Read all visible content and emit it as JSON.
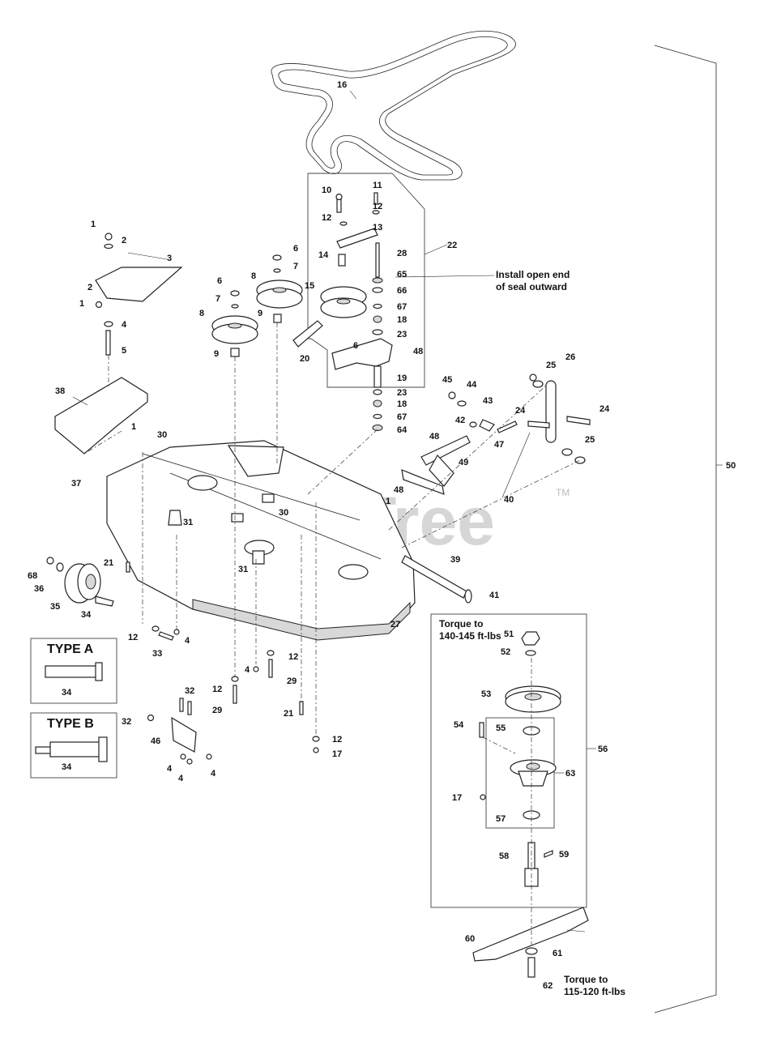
{
  "watermark": "PartsTree",
  "watermark_tm": "TM",
  "parts": [
    {
      "id": "p16",
      "text": "16"
    },
    {
      "id": "p10",
      "text": "10"
    },
    {
      "id": "p11",
      "text": "11"
    },
    {
      "id": "p12a",
      "text": "12"
    },
    {
      "id": "p12b",
      "text": "12"
    },
    {
      "id": "p13",
      "text": "13"
    },
    {
      "id": "p14",
      "text": "14"
    },
    {
      "id": "p28",
      "text": "28"
    },
    {
      "id": "p22",
      "text": "22"
    },
    {
      "id": "p65",
      "text": "65"
    },
    {
      "id": "p66",
      "text": "66"
    },
    {
      "id": "p67a",
      "text": "67"
    },
    {
      "id": "p18a",
      "text": "18"
    },
    {
      "id": "p23a",
      "text": "23"
    },
    {
      "id": "p48a",
      "text": "48"
    },
    {
      "id": "p6c",
      "text": "6"
    },
    {
      "id": "p19",
      "text": "19"
    },
    {
      "id": "p23b",
      "text": "23"
    },
    {
      "id": "p18b",
      "text": "18"
    },
    {
      "id": "p67b",
      "text": "67"
    },
    {
      "id": "p64",
      "text": "64"
    },
    {
      "id": "p1a",
      "text": "1"
    },
    {
      "id": "p2a",
      "text": "2"
    },
    {
      "id": "p3",
      "text": "3"
    },
    {
      "id": "p2b",
      "text": "2"
    },
    {
      "id": "p1b",
      "text": "1"
    },
    {
      "id": "p4a",
      "text": "4"
    },
    {
      "id": "p5",
      "text": "5"
    },
    {
      "id": "p6a",
      "text": "6"
    },
    {
      "id": "p7a",
      "text": "7"
    },
    {
      "id": "p8a",
      "text": "8"
    },
    {
      "id": "p9a",
      "text": "9"
    },
    {
      "id": "p6b",
      "text": "6"
    },
    {
      "id": "p7b",
      "text": "7"
    },
    {
      "id": "p8b",
      "text": "8"
    },
    {
      "id": "p9b",
      "text": "9"
    },
    {
      "id": "p15",
      "text": "15"
    },
    {
      "id": "p20",
      "text": "20"
    },
    {
      "id": "p45",
      "text": "45"
    },
    {
      "id": "p44",
      "text": "44"
    },
    {
      "id": "p43",
      "text": "43"
    },
    {
      "id": "p42",
      "text": "42"
    },
    {
      "id": "p47",
      "text": "47"
    },
    {
      "id": "p25a",
      "text": "25"
    },
    {
      "id": "p26",
      "text": "26"
    },
    {
      "id": "p24a",
      "text": "24"
    },
    {
      "id": "p24b",
      "text": "24"
    },
    {
      "id": "p25b",
      "text": "25"
    },
    {
      "id": "p48b",
      "text": "48"
    },
    {
      "id": "p49",
      "text": "49"
    },
    {
      "id": "p48c",
      "text": "48"
    },
    {
      "id": "p40",
      "text": "40"
    },
    {
      "id": "p1c",
      "text": "1"
    },
    {
      "id": "p38",
      "text": "38"
    },
    {
      "id": "p1d",
      "text": "1"
    },
    {
      "id": "p30a",
      "text": "30"
    },
    {
      "id": "p37",
      "text": "37"
    },
    {
      "id": "p31a",
      "text": "31"
    },
    {
      "id": "p30b",
      "text": "30"
    },
    {
      "id": "p31b",
      "text": "31"
    },
    {
      "id": "p21a",
      "text": "21"
    },
    {
      "id": "p68",
      "text": "68"
    },
    {
      "id": "p36",
      "text": "36"
    },
    {
      "id": "p35",
      "text": "35"
    },
    {
      "id": "p34a",
      "text": "34"
    },
    {
      "id": "p12c",
      "text": "12"
    },
    {
      "id": "p33",
      "text": "33"
    },
    {
      "id": "p4b",
      "text": "4"
    },
    {
      "id": "p39",
      "text": "39"
    },
    {
      "id": "p41",
      "text": "41"
    },
    {
      "id": "p27",
      "text": "27"
    },
    {
      "id": "p4c",
      "text": "4"
    },
    {
      "id": "p12d",
      "text": "12"
    },
    {
      "id": "p29a",
      "text": "29"
    },
    {
      "id": "p12e",
      "text": "12"
    },
    {
      "id": "p29b",
      "text": "29"
    },
    {
      "id": "p21b",
      "text": "21"
    },
    {
      "id": "p12f",
      "text": "12"
    },
    {
      "id": "p17a",
      "text": "17"
    },
    {
      "id": "p32a",
      "text": "32"
    },
    {
      "id": "p32b",
      "text": "32"
    },
    {
      "id": "p46",
      "text": "46"
    },
    {
      "id": "p4d",
      "text": "4"
    },
    {
      "id": "p4e",
      "text": "4"
    },
    {
      "id": "p4f",
      "text": "4"
    },
    {
      "id": "p34b",
      "text": "34"
    },
    {
      "id": "p34c",
      "text": "34"
    },
    {
      "id": "p50",
      "text": "50"
    },
    {
      "id": "p51",
      "text": "51"
    },
    {
      "id": "p52",
      "text": "52"
    },
    {
      "id": "p53",
      "text": "53"
    },
    {
      "id": "p54",
      "text": "54"
    },
    {
      "id": "p55",
      "text": "55"
    },
    {
      "id": "p56",
      "text": "56"
    },
    {
      "id": "p63",
      "text": "63"
    },
    {
      "id": "p17b",
      "text": "17"
    },
    {
      "id": "p57",
      "text": "57"
    },
    {
      "id": "p58",
      "text": "58"
    },
    {
      "id": "p59",
      "text": "59"
    },
    {
      "id": "p60",
      "text": "60"
    },
    {
      "id": "p61",
      "text": "61"
    },
    {
      "id": "p62",
      "text": "62"
    }
  ],
  "notes": {
    "seal_line1": "Install open end",
    "seal_line2": "of seal outward",
    "torque1_line1": "Torque to",
    "torque1_line2": "140-145 ft-lbs",
    "torque2_line1": "Torque to",
    "torque2_line2": "115-120 ft-lbs"
  },
  "type_a": {
    "label": "TYPE A",
    "part": "34"
  },
  "type_b": {
    "label": "TYPE B",
    "part": "34"
  }
}
